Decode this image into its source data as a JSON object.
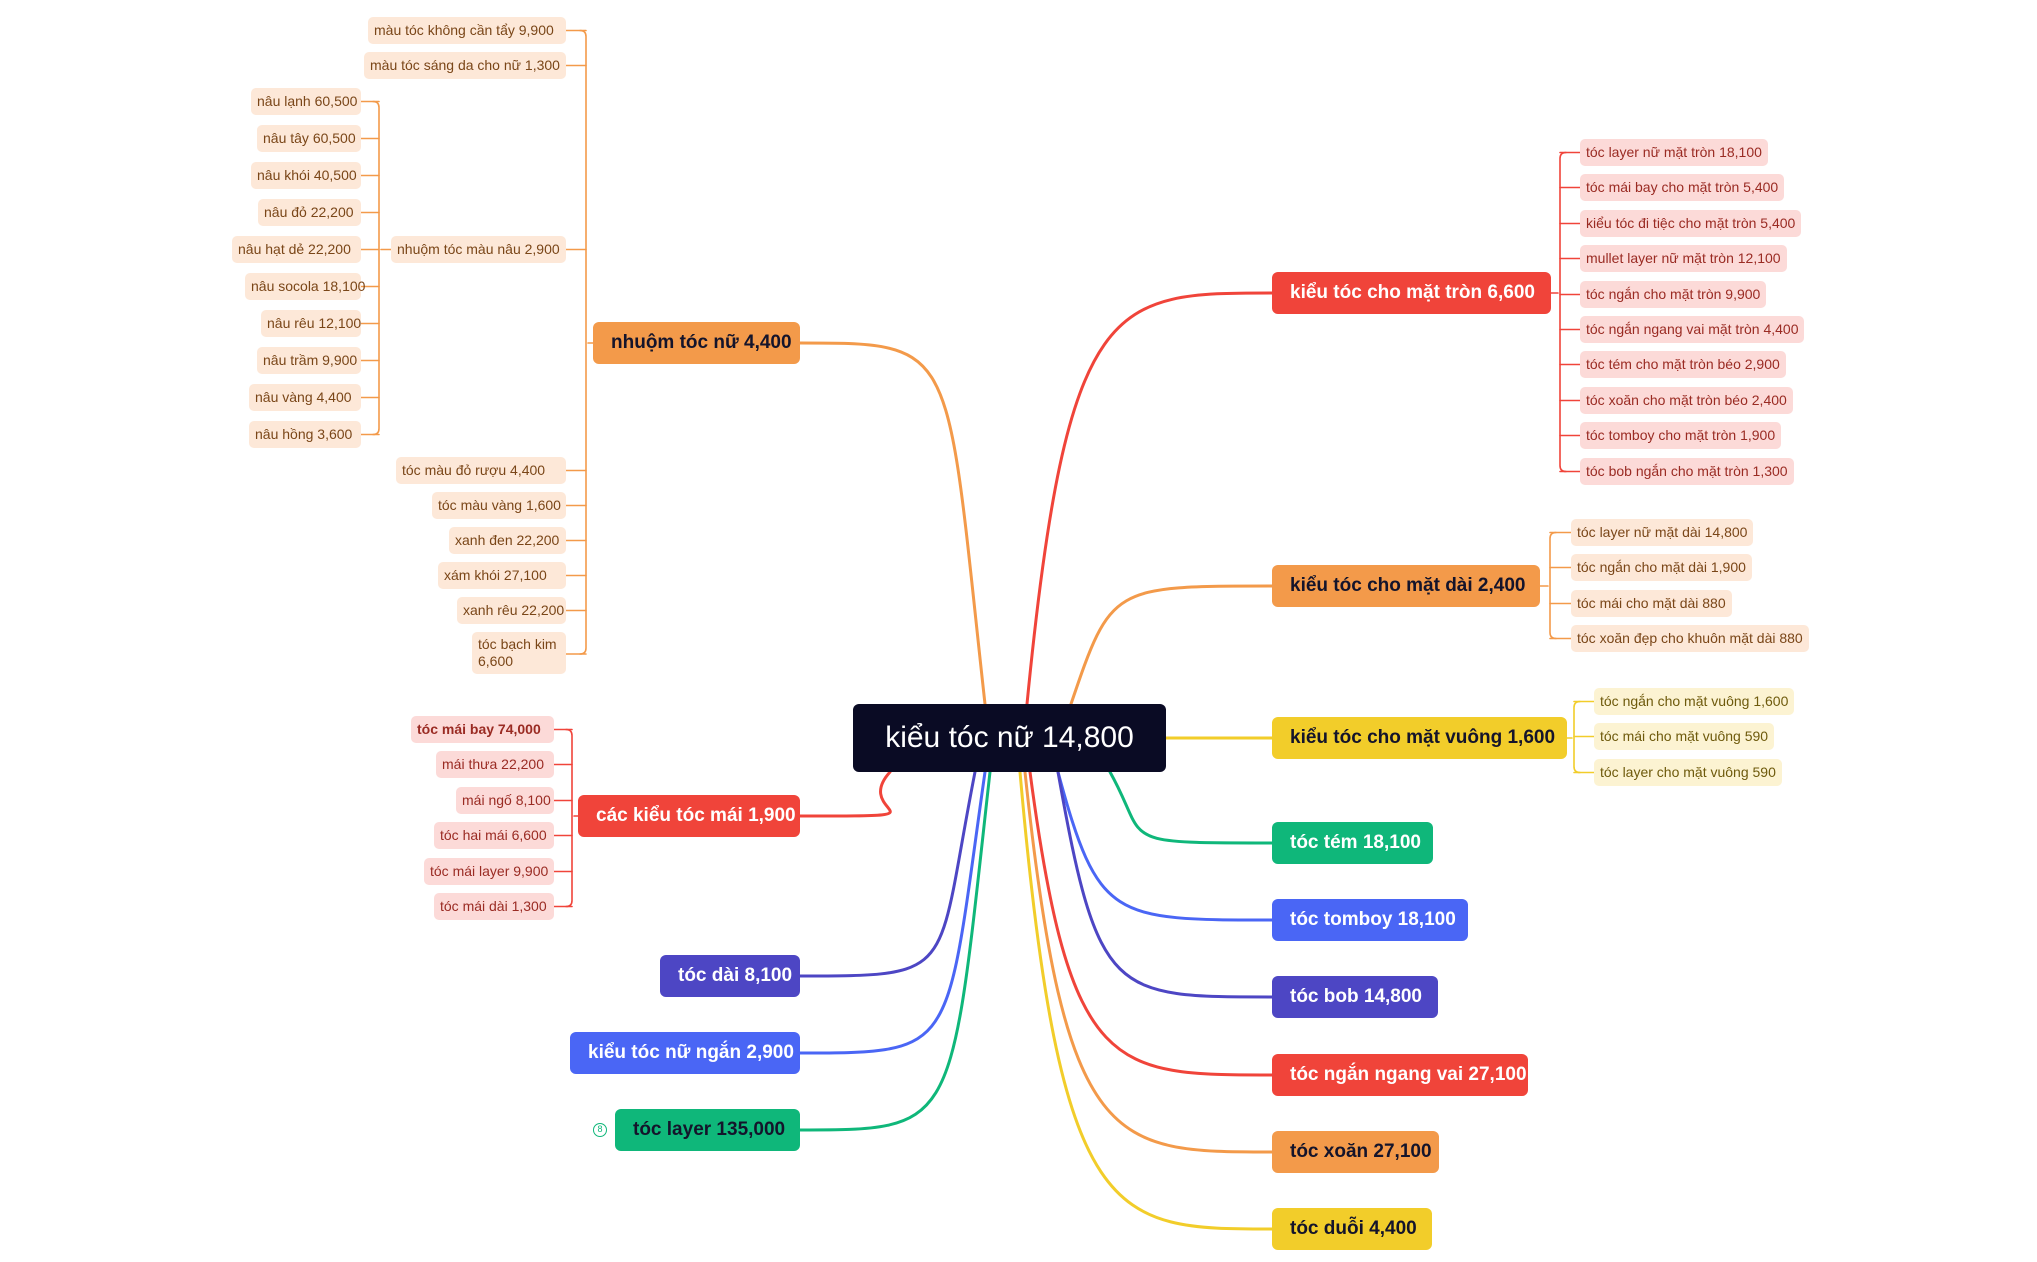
{
  "colors": {
    "root": "#0a0b24",
    "red": "#f0443a",
    "orange": "#f39a4a",
    "yellow": "#f2cd2a",
    "green": "#0fb77a",
    "blue": "#4a66f5",
    "indigo": "#4d46c4",
    "sub_orange_bg": "#fde8d8",
    "sub_red_bg": "#fcdad8",
    "sub_yellow_bg": "#fcf3d2"
  },
  "root": {
    "label": "kiểu tóc nữ 14,800"
  },
  "right_topics": [
    {
      "label": "kiểu tóc cho mặt tròn 6,600",
      "color": "red",
      "children": [
        "tóc layer nữ mặt tròn 18,100",
        "tóc mái bay cho mặt tròn 5,400",
        "kiểu tóc đi tiệc cho mặt tròn 5,400",
        "mullet layer nữ mặt tròn 12,100",
        "tóc ngắn cho mặt tròn 9,900",
        "tóc ngắn ngang vai mặt tròn 4,400",
        "tóc tém cho mặt tròn béo 2,900",
        "tóc xoăn cho mặt tròn béo 2,400",
        "tóc tomboy cho mặt tròn 1,900",
        "tóc bob ngắn cho mặt tròn 1,300"
      ]
    },
    {
      "label": "kiểu tóc cho mặt dài 2,400",
      "color": "orange",
      "children": [
        "tóc layer nữ mặt dài 14,800",
        "tóc ngắn cho mặt dài 1,900",
        "tóc mái cho mặt dài 880",
        "tóc xoăn đẹp cho khuôn mặt dài 880"
      ]
    },
    {
      "label": "kiểu tóc cho mặt vuông 1,600",
      "color": "yellow",
      "children": [
        "tóc ngắn cho mặt vuông 1,600",
        "tóc mái cho mặt vuông 590",
        "tóc layer cho mặt vuông 590"
      ]
    },
    {
      "label": "tóc tém 18,100",
      "color": "green",
      "children": []
    },
    {
      "label": "tóc tomboy 18,100",
      "color": "blue",
      "children": []
    },
    {
      "label": "tóc bob 14,800",
      "color": "indigo",
      "children": []
    },
    {
      "label": "tóc ngắn ngang vai 27,100",
      "color": "red",
      "children": []
    },
    {
      "label": "tóc xoăn 27,100",
      "color": "orange",
      "children": []
    },
    {
      "label": "tóc duỗi 4,400",
      "color": "yellow",
      "children": []
    }
  ],
  "left_topics": [
    {
      "label": "nhuộm tóc nữ 4,400",
      "color": "orange",
      "children": [
        {
          "label": "màu tóc không cần tẩy 9,900"
        },
        {
          "label": "màu tóc sáng da cho nữ 1,300"
        },
        {
          "label": "nhuộm tóc màu nâu 2,900",
          "children": [
            "nâu lạnh 60,500",
            "nâu tây 60,500",
            "nâu khói 40,500",
            "nâu đỏ 22,200",
            "nâu hạt dẻ 22,200",
            "nâu socola 18,100",
            "nâu rêu 12,100",
            "nâu trầm 9,900",
            "nâu vàng 4,400",
            "nâu hồng 3,600"
          ]
        },
        {
          "label": "tóc màu đỏ rượu 4,400"
        },
        {
          "label": "tóc màu vàng 1,600"
        },
        {
          "label": "xanh đen 22,200"
        },
        {
          "label": "xám khói 27,100"
        },
        {
          "label": "xanh rêu 22,200"
        },
        {
          "label": "tóc bạch kim 6,600"
        }
      ]
    },
    {
      "label": "các kiểu tóc mái 1,900",
      "color": "red",
      "children": [
        {
          "label": "tóc mái bay 74,000",
          "bold": true
        },
        {
          "label": "mái thưa 22,200"
        },
        {
          "label": "mái ngố 8,100"
        },
        {
          "label": "tóc hai mái 6,600"
        },
        {
          "label": "tóc mái layer 9,900"
        },
        {
          "label": "tóc mái dài 1,300"
        }
      ]
    },
    {
      "label": "tóc dài 8,100",
      "color": "indigo",
      "children": []
    },
    {
      "label": "kiểu tóc nữ ngắn 2,900",
      "color": "blue",
      "children": []
    },
    {
      "label": "tóc layer 135,000",
      "color": "green",
      "children": [],
      "collapsed_count": "8"
    }
  ]
}
